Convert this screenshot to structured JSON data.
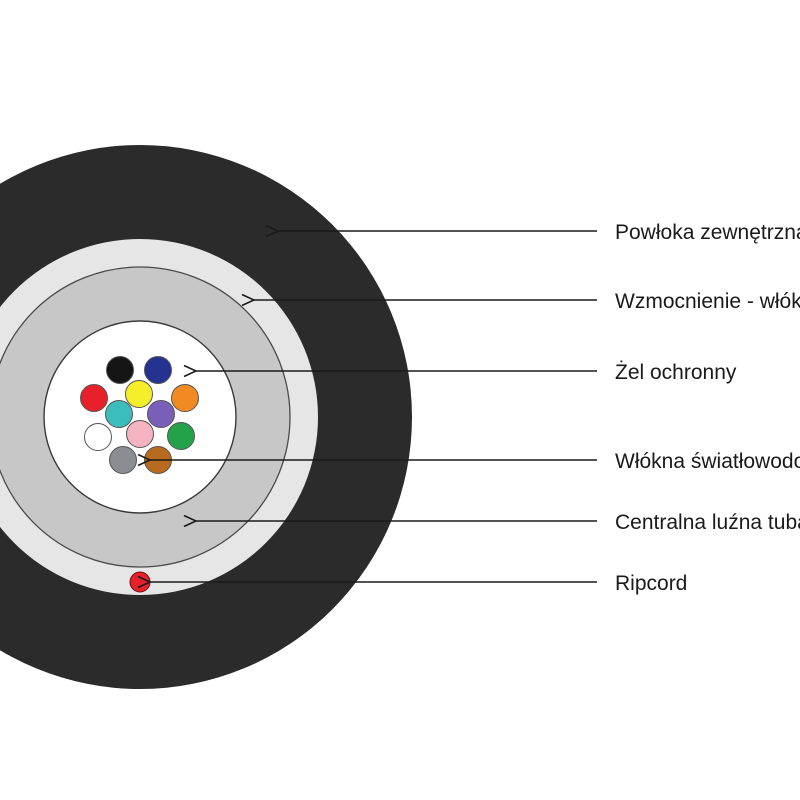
{
  "labels": [
    {
      "id": "outer-jacket",
      "text": "Powłoka zewnętrzna"
    },
    {
      "id": "strength",
      "text": "Wzmocnienie - włókna aramidowe"
    },
    {
      "id": "gel",
      "text": "Żel ochronny"
    },
    {
      "id": "fibers",
      "text": "Włókna światłowodowe"
    },
    {
      "id": "loose-tube",
      "text": "Centralna luźna tuba"
    },
    {
      "id": "ripcord",
      "text": "Ripcord"
    }
  ],
  "colors": {
    "jacket": "#2b2b2b",
    "strength_layer": "#e6e6e6",
    "tube": "#c7c7c7",
    "gel": "#ffffff",
    "ripcord": "#e8202a",
    "line": "#1a1a1a"
  },
  "fibers": [
    {
      "name": "black",
      "color": "#151515"
    },
    {
      "name": "blue",
      "color": "#24338f"
    },
    {
      "name": "red",
      "color": "#e8202a"
    },
    {
      "name": "yellow",
      "color": "#f7ee2a"
    },
    {
      "name": "orange",
      "color": "#f28a24"
    },
    {
      "name": "turquoise",
      "color": "#3bbdbd"
    },
    {
      "name": "violet",
      "color": "#7a5fb8"
    },
    {
      "name": "white",
      "color": "#ffffff"
    },
    {
      "name": "pink",
      "color": "#f6b3c2"
    },
    {
      "name": "green",
      "color": "#23a24a"
    },
    {
      "name": "grey",
      "color": "#8a8d91"
    },
    {
      "name": "brown",
      "color": "#b86a1e"
    }
  ]
}
